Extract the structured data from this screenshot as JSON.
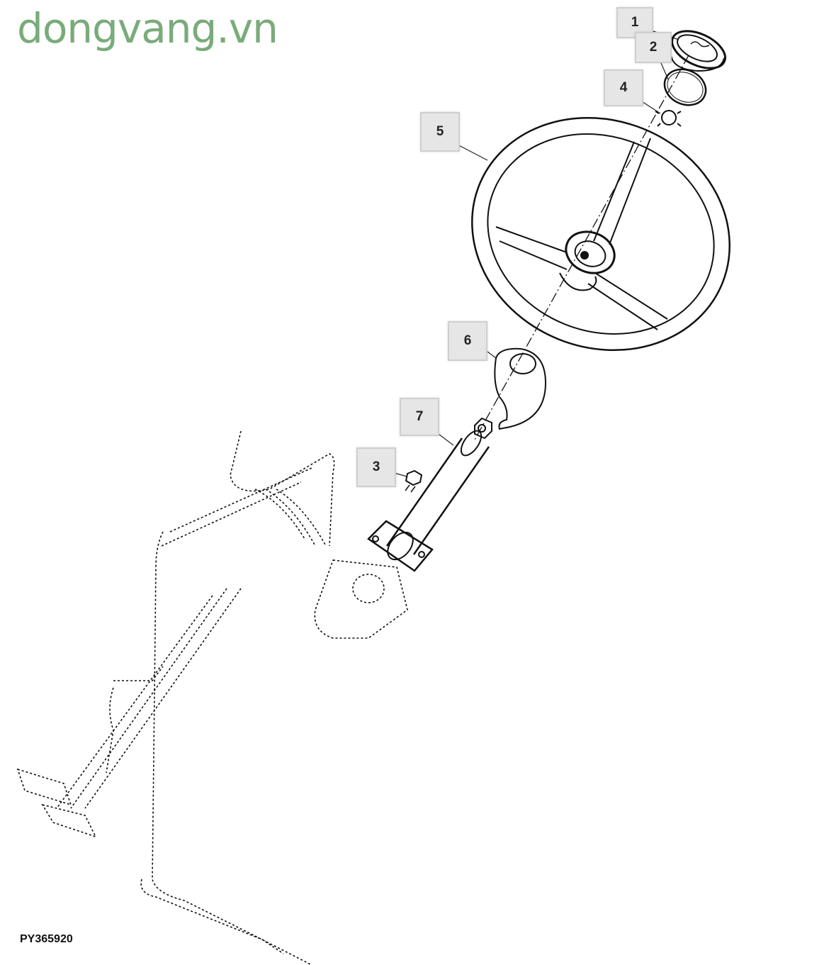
{
  "watermark": "dongvang.vn",
  "figure_id": "PY365920",
  "callouts": [
    {
      "label": "1",
      "part": "cap"
    },
    {
      "label": "2",
      "part": "ring"
    },
    {
      "label": "3",
      "part": "bolt"
    },
    {
      "label": "4",
      "part": "lock-washer"
    },
    {
      "label": "5",
      "part": "steering-wheel"
    },
    {
      "label": "6",
      "part": "cover"
    },
    {
      "label": "7",
      "part": "steering-column"
    }
  ],
  "colors": {
    "watermark": "#7aab7a",
    "callout_bg": "#e6e6e6",
    "line": "#111111"
  }
}
